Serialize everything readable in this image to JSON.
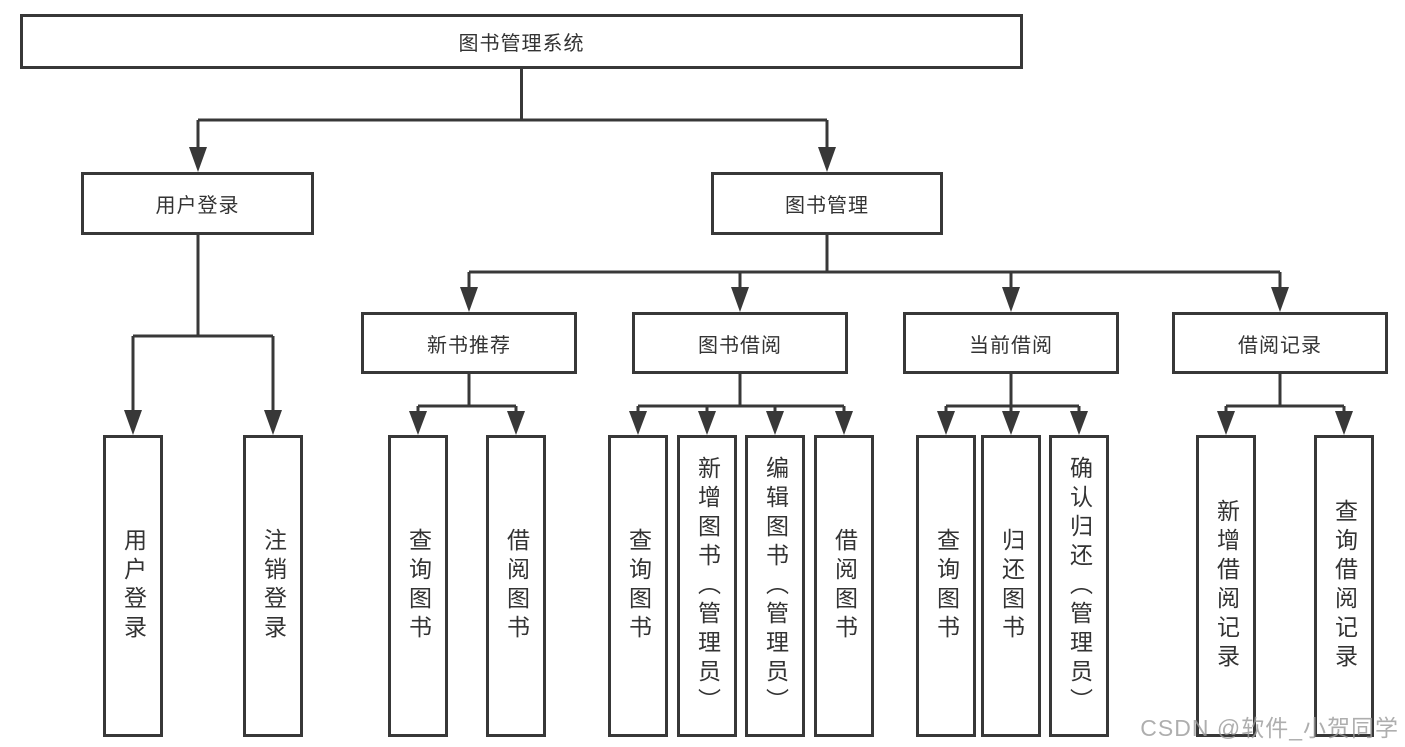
{
  "diagram": {
    "root": {
      "label": "图书管理系统"
    },
    "branches": [
      {
        "label": "用户登录",
        "children": [
          {
            "label": "用户登录"
          },
          {
            "label": "注销登录"
          }
        ]
      },
      {
        "label": "图书管理",
        "children": [
          {
            "label": "新书推荐",
            "children": [
              {
                "label": "查询图书"
              },
              {
                "label": "借阅图书"
              }
            ]
          },
          {
            "label": "图书借阅",
            "children": [
              {
                "label": "查询图书"
              },
              {
                "label": "新增图书（管理员）"
              },
              {
                "label": "编辑图书（管理员）"
              },
              {
                "label": "借阅图书"
              }
            ]
          },
          {
            "label": "当前借阅",
            "children": [
              {
                "label": "查询图书"
              },
              {
                "label": "归还图书"
              },
              {
                "label": "确认归还（管理员）"
              }
            ]
          },
          {
            "label": "借阅记录",
            "children": [
              {
                "label": "新增借阅记录"
              },
              {
                "label": "查询借阅记录"
              }
            ]
          }
        ]
      }
    ]
  },
  "watermark": {
    "text": "CSDN @软件_小贺同学"
  },
  "colors": {
    "line": "#383838",
    "text": "#333333",
    "background": "#ffffff",
    "watermark": "#9b9b9b"
  }
}
